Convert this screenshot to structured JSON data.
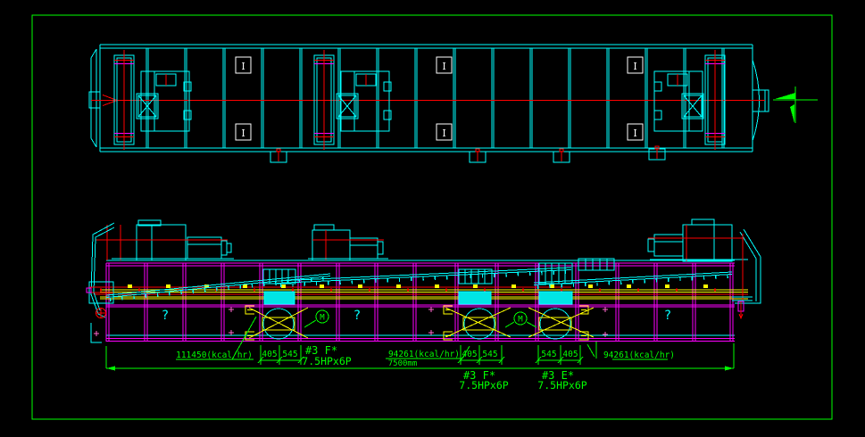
{
  "drawing": {
    "type": "cad-oven-conveyor-drawing",
    "background": "#000000",
    "border_color": "#00ff00",
    "line_colors": {
      "cyan": "#00ffff",
      "magenta": "#ff00ff",
      "red": "#ff0000",
      "yellow": "#ffff00",
      "green": "#00ff00",
      "white": "#ffffff"
    }
  },
  "top_view": {
    "i_marker": "I"
  },
  "side_view": {
    "question_mark": "?",
    "motor_symbol": "M"
  },
  "dimensions": {
    "overall": "7500mm",
    "segments": [
      {
        "a": "405",
        "b": "545"
      },
      {
        "a": "405",
        "b": "545"
      },
      {
        "a": "545",
        "b": "405"
      }
    ]
  },
  "heat_labels": [
    "111450(kcal/hr)",
    "94261(kcal/hr)",
    "94261(kcal/hr)"
  ],
  "fan_labels": [
    {
      "name": "#3 F*",
      "power": "7.5HPx6P"
    },
    {
      "name": "#3 F*",
      "power": "7.5HPx6P"
    },
    {
      "name": "#3 E*",
      "power": "7.5HPx6P"
    }
  ]
}
